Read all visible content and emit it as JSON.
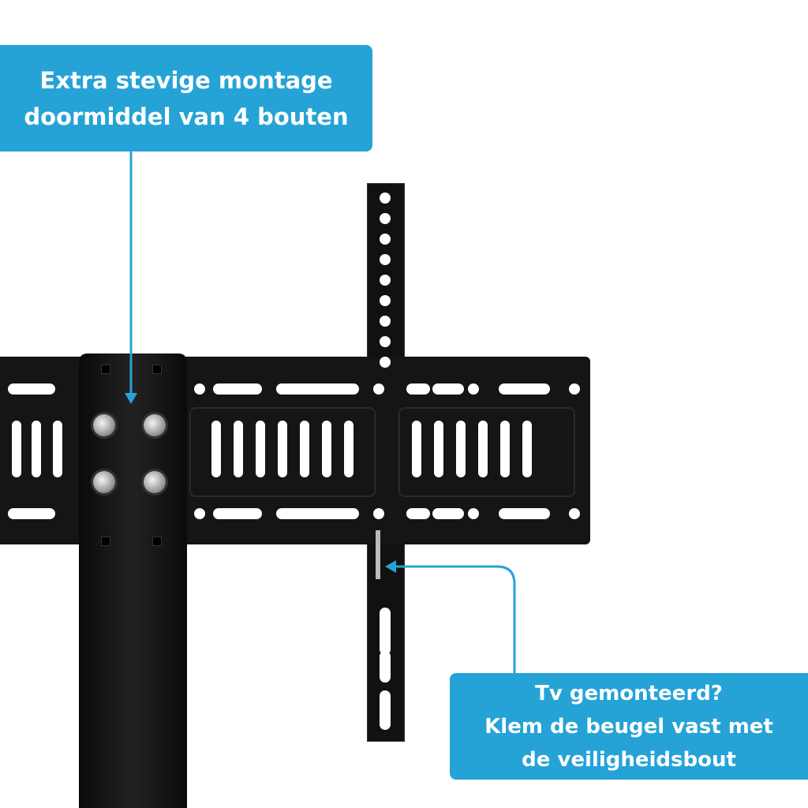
{
  "callout_top": {
    "line1": "Extra stevige montage",
    "line2": "doormiddel van 4 bouten"
  },
  "callout_bottom": {
    "line1": "Tv gemonteerd?",
    "line2": "Klem de beugel vast met",
    "line3": "de veiligheidsbout"
  },
  "colors": {
    "accent": "#25a3d6",
    "metal": "#111111"
  }
}
